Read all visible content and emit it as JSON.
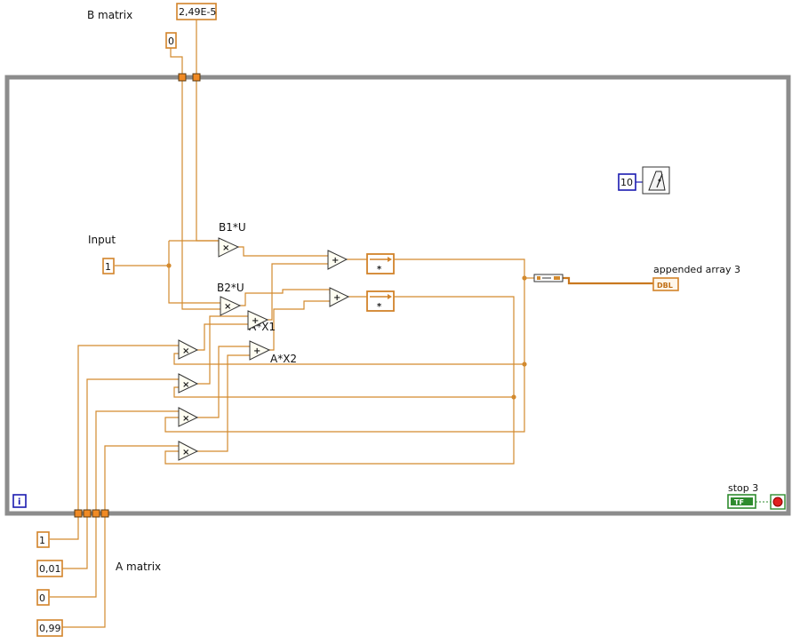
{
  "labels": {
    "b_matrix": "B matrix",
    "a_matrix": "A matrix",
    "input": "Input",
    "b1u": "B1*U",
    "b2u": "B2*U",
    "ax1": "A*X1",
    "ax2": "A*X2",
    "appended": "appended array 3",
    "stop": "stop 3"
  },
  "constants": {
    "b_first": "0",
    "b_second": "2,49E-5",
    "input_value": "1",
    "wait_ms": "10",
    "a_values": [
      "1",
      "0,01",
      "0",
      "0,99"
    ]
  },
  "terminals": {
    "iteration": "i",
    "dbl": "DBL",
    "tf": "TF"
  },
  "ops": {
    "multiply": "×",
    "add": "+",
    "feedback": "*"
  },
  "colors": {
    "wire": "#d38a2e",
    "frame": "#8c8c8c",
    "bool": "#2e8b2e",
    "stop": "#e02020",
    "int": "#1b1bb0"
  },
  "icons": [
    "metronome-icon",
    "build-array-icon",
    "stop-button-icon"
  ]
}
